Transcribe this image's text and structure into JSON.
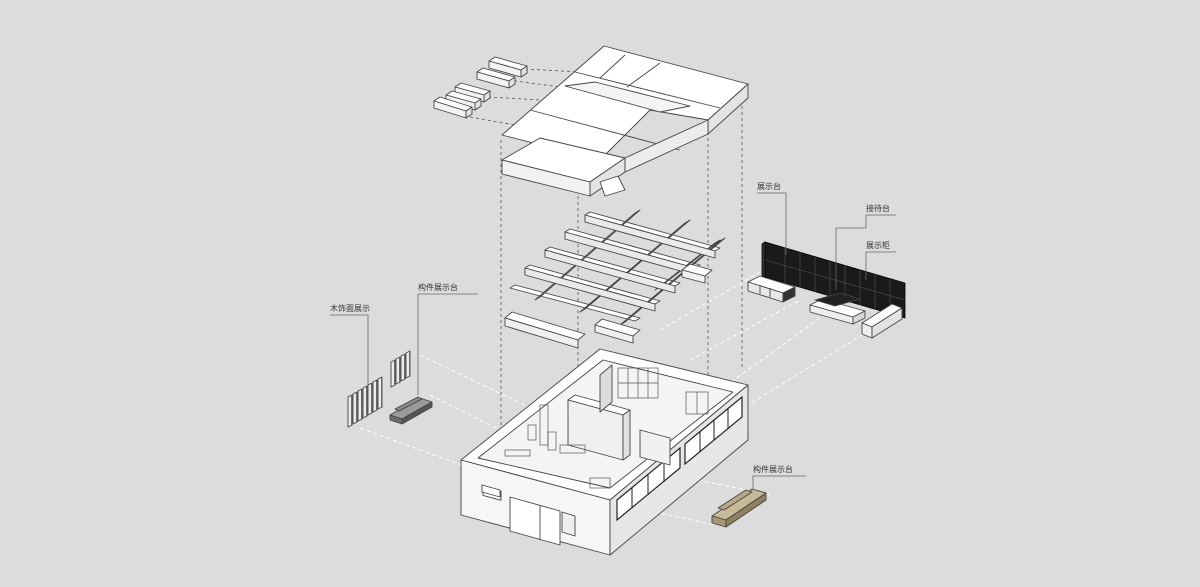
{
  "labels": {
    "wood_display": "木饰面展示",
    "component_display_left": "构件展示台",
    "display_stand": "展示台",
    "reception_desk": "接待台",
    "display_cabinet": "展示柜",
    "component_display_bottom": "构件展示台"
  },
  "colors": {
    "background": "#dcdcdc",
    "face_top": "#ffffff",
    "face_left": "#f2f2f2",
    "face_right": "#e4e4e4",
    "edge": "#444444",
    "cabinet_dark": "#1a1a1a",
    "wood": "#b3a48a"
  }
}
